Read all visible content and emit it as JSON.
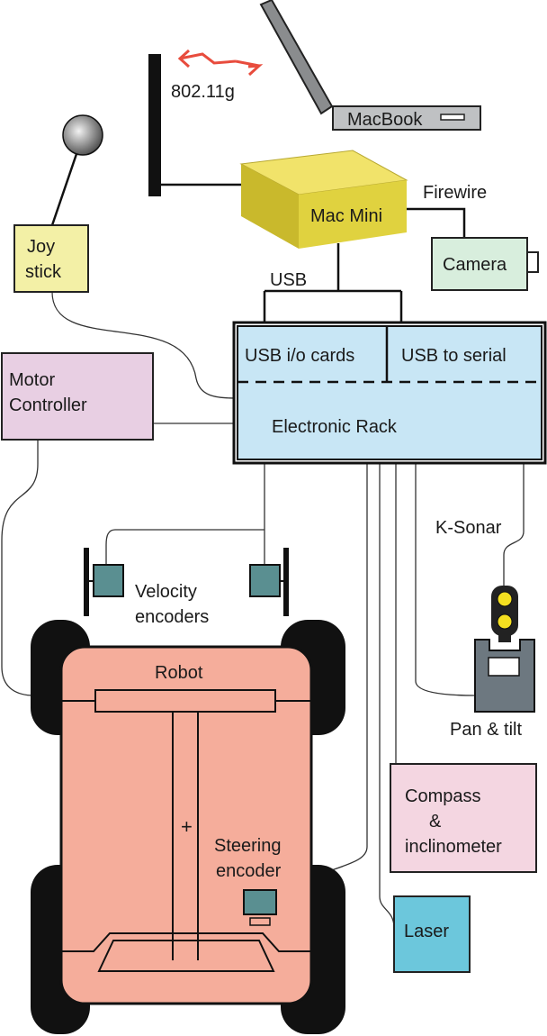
{
  "labels": {
    "wifi": "802.11g",
    "macbook": "MacBook",
    "mac_mini": "Mac Mini",
    "firewire": "Firewire",
    "camera": "Camera",
    "joystick_line1": "Joy",
    "joystick_line2": "stick",
    "usb": "USB",
    "usb_io_cards": "USB i/o cards",
    "usb_to_serial": "USB to serial",
    "electronic_rack": "Electronic Rack",
    "motor_controller_line1": "Motor",
    "motor_controller_line2": "Controller",
    "k_sonar": "K-Sonar",
    "velocity_encoders_line1": "Velocity",
    "velocity_encoders_line2": "encoders",
    "robot": "Robot",
    "pan_tilt": "Pan & tilt",
    "compass_line1": "Compass",
    "compass_line2": "&",
    "compass_line3": "inclinometer",
    "steering_encoder_line1": "Steering",
    "steering_encoder_line2": "encoder",
    "laser": "Laser"
  },
  "colors": {
    "mac_mini": "#e6d843",
    "joystick": "#f3f0a6",
    "camera": "#d8eedd",
    "electronic_rack": "#c8e6f5",
    "motor_controller": "#e8cfe3",
    "robot_body": "#f5ad9b",
    "encoder": "#5a8f91",
    "compass": "#f4d6e1",
    "laser": "#6cc7dc",
    "wireless_arrow": "#e84c3d"
  }
}
